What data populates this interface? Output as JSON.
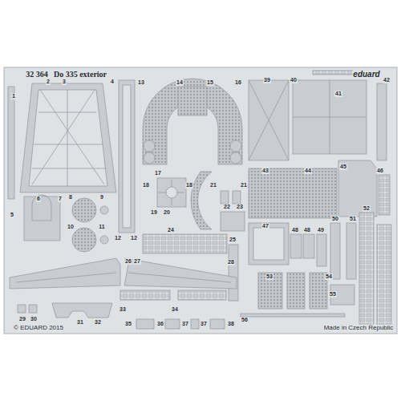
{
  "diagram": {
    "labels": [
      "32 364",
      "Do 335 exterior",
      "eduard",
      "1",
      "2",
      "3",
      "4",
      "5",
      "6",
      "7",
      "8",
      "9",
      "10",
      "11",
      "12",
      "12",
      "13",
      "14",
      "15",
      "16",
      "17",
      "18",
      "18",
      "19",
      "20",
      "21",
      "21",
      "22",
      "23",
      "24",
      "25",
      "26",
      "27",
      "28",
      "29",
      "30",
      "31",
      "32",
      "33",
      "34",
      "35",
      "36",
      "37",
      "37",
      "38",
      "39",
      "40",
      "41",
      "42",
      "43",
      "44",
      "45",
      "46",
      "47",
      "48",
      "48",
      "49",
      "50",
      "51",
      "52",
      "53",
      "54",
      "55",
      "56",
      "© EDUARD 2015",
      "Made in Czech Republic"
    ]
  }
}
